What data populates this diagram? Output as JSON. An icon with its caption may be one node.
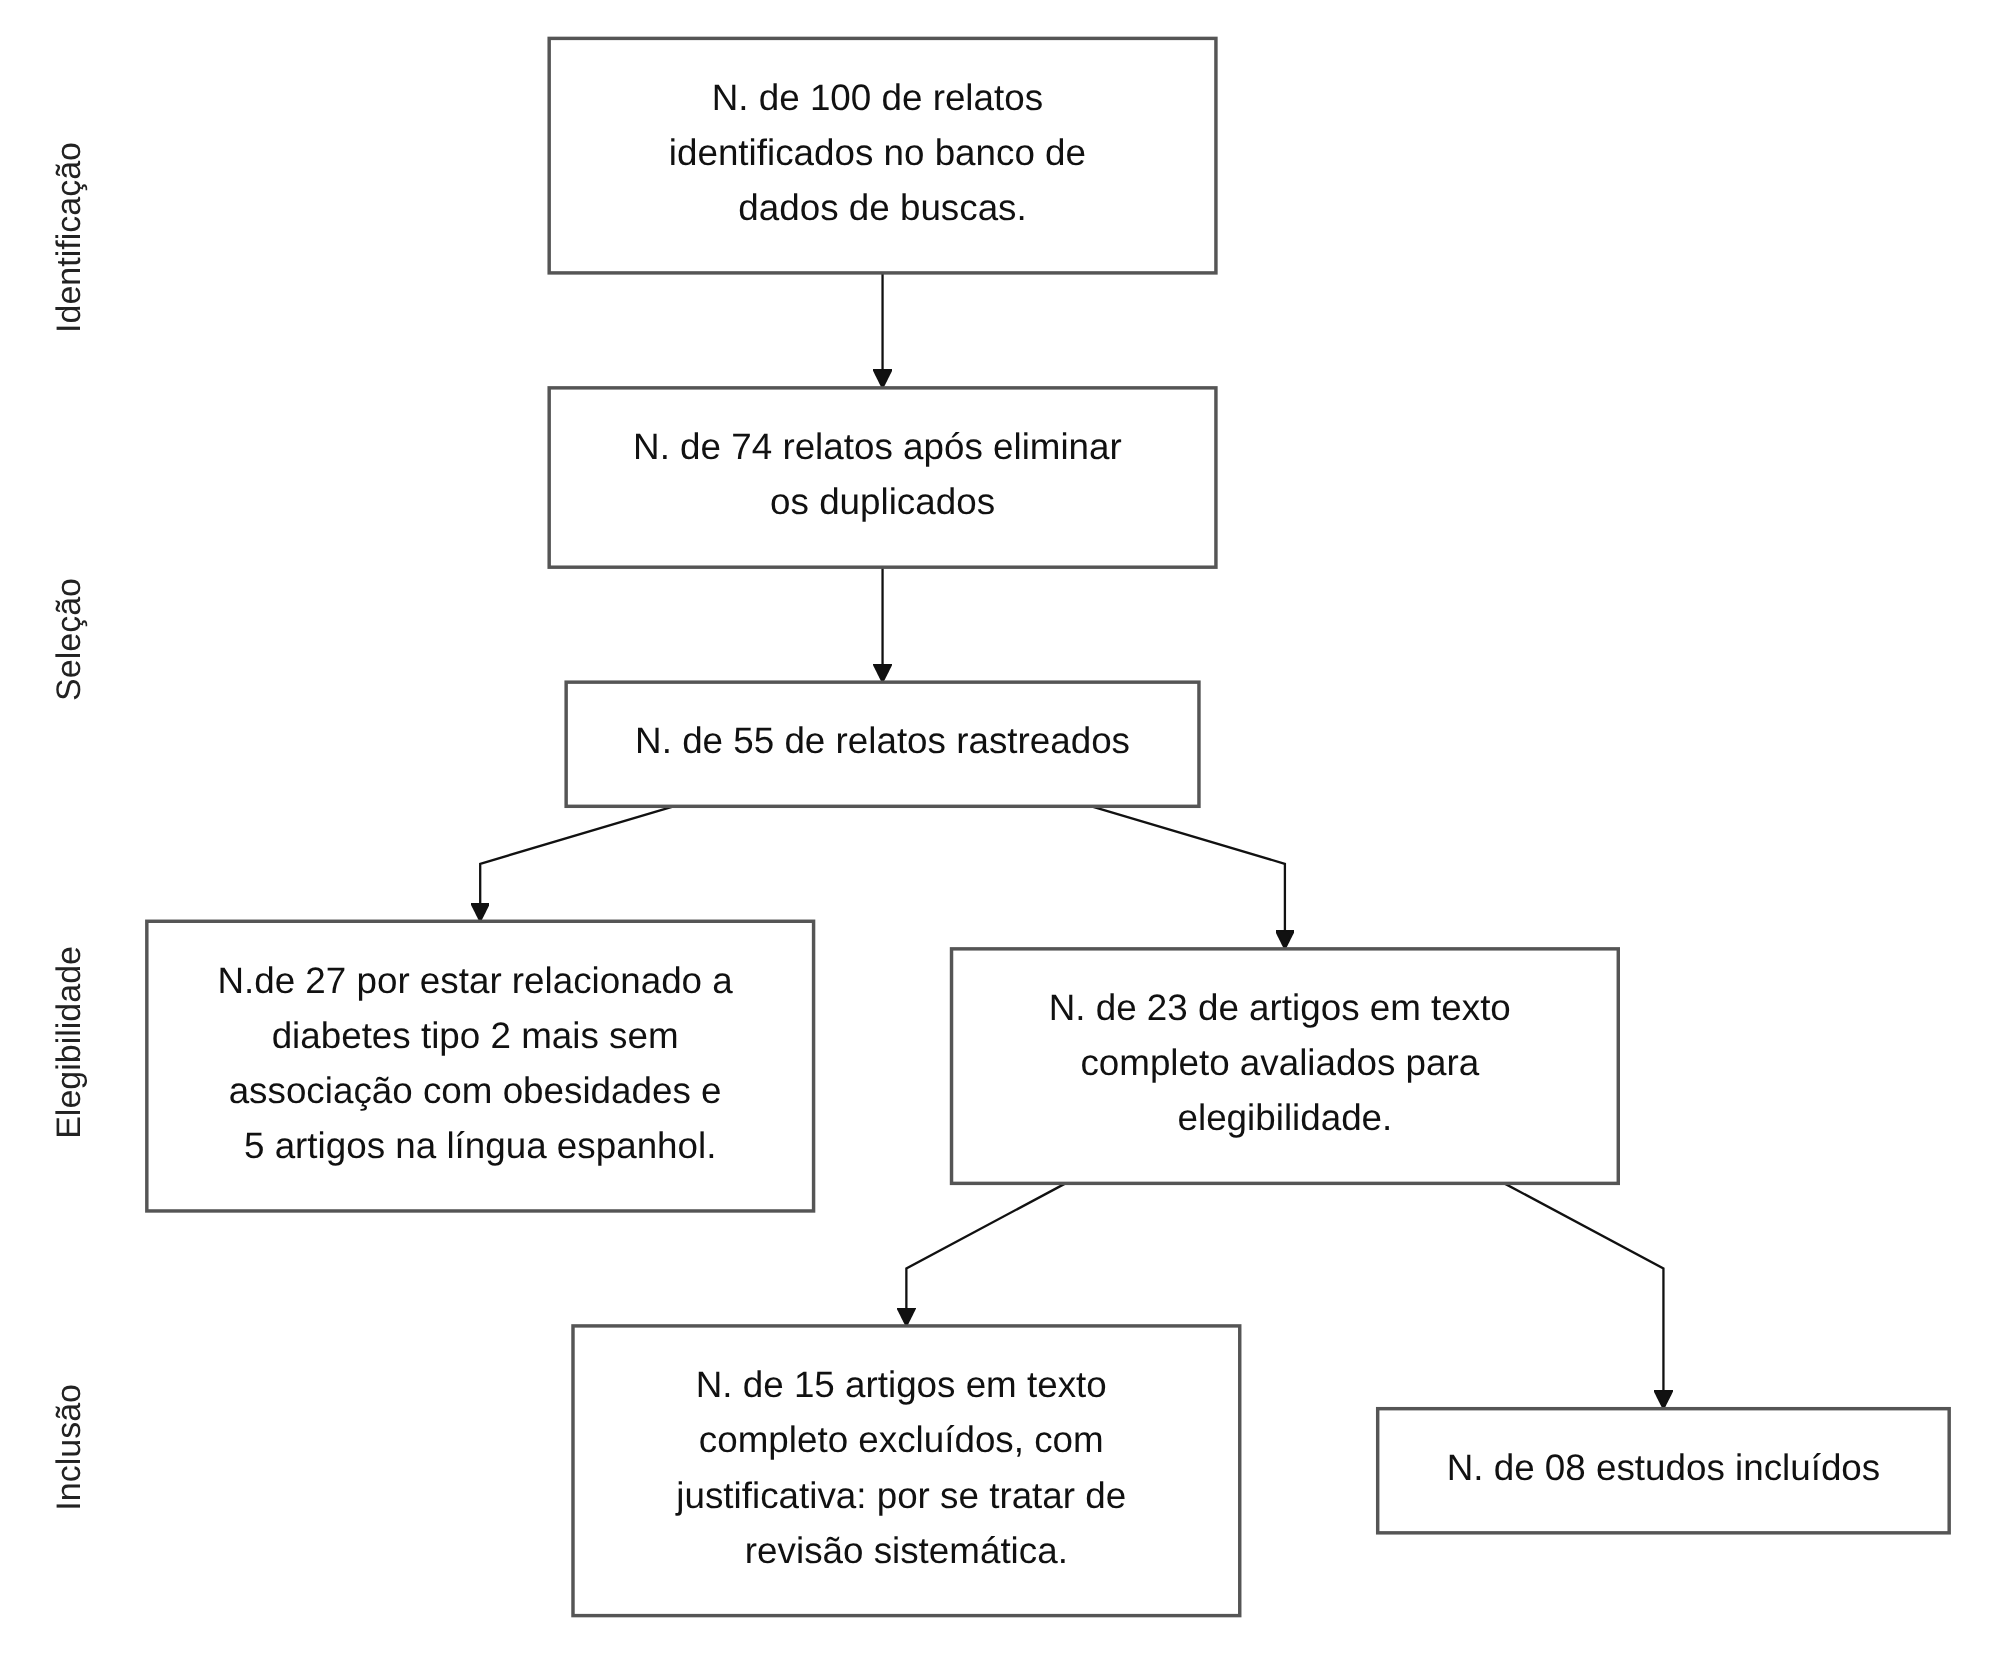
{
  "diagram": {
    "nodes": [
      {
        "text": [
          "N. de 100 de relatos identificados no banco de dados de buscas."
        ]
      },
      {
        "text": [
          "N. de 74 relatos após eliminar os duplicados"
        ]
      },
      {
        "text": [
          "N. de 55 de relatos rastreados"
        ]
      },
      {
        "text": [
          "N.de 27 por estar relacionado a diabetes tipo 2 mais sem associação com obesidades e 5 artigos na língua espanhol."
        ]
      },
      {
        "text": [
          "N. de 23 de artigos em texto completo avaliados para elegibilidade."
        ]
      },
      {
        "text": [
          "N. de 15 artigos em texto completo excluídos, com justificativa: por se tratar de revisão sistemática."
        ]
      },
      {
        "text": [
          "N. de 08 estudos incluídos"
        ]
      }
    ],
    "edges": [
      {
        "from": 0,
        "to": 1,
        "arrow": "to"
      },
      {
        "from": 1,
        "to": 2,
        "arrow": "to"
      },
      {
        "from": 2,
        "to": 3,
        "arrow": "to"
      },
      {
        "from": 2,
        "to": 4,
        "arrow": "to"
      },
      {
        "from": 4,
        "to": 5,
        "arrow": "to"
      },
      {
        "from": 4,
        "to": 6,
        "arrow": "to"
      }
    ],
    "labels": [
      "Identificação",
      "Seleção",
      "Elegibilidade",
      "Inclusão"
    ]
  }
}
